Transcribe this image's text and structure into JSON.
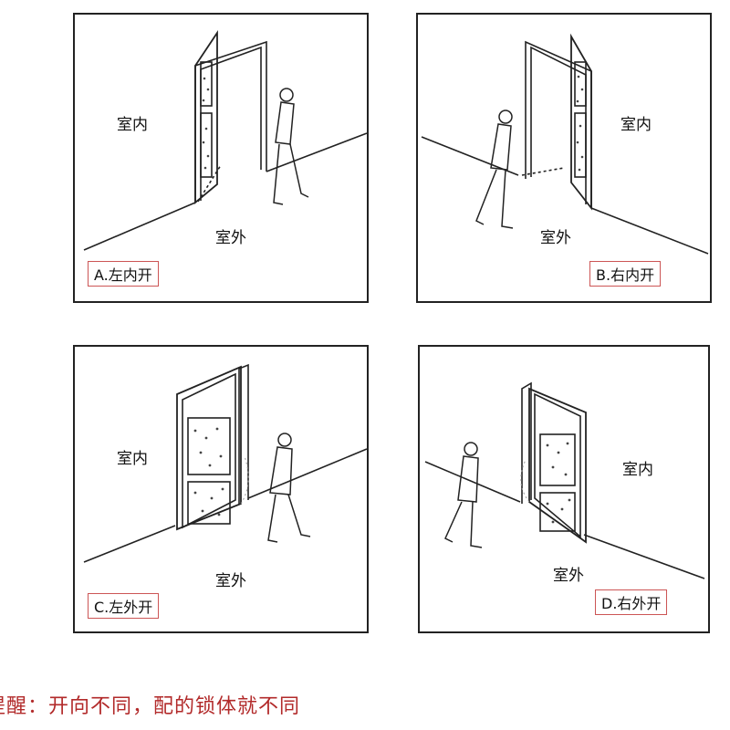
{
  "panels": [
    {
      "id": "A",
      "indoor": "室内",
      "outdoor": "室外",
      "caption": "A.左内开"
    },
    {
      "id": "B",
      "indoor": "室内",
      "outdoor": "室外",
      "caption": "B.右内开"
    },
    {
      "id": "C",
      "indoor": "室内",
      "outdoor": "室外",
      "caption": "C.左外开"
    },
    {
      "id": "D",
      "indoor": "室内",
      "outdoor": "室外",
      "caption": "D.右外开"
    }
  ],
  "note": "提醒：开向不同，配的锁体就不同",
  "colors": {
    "note": "#b22a2a",
    "border": "#222222",
    "tag_border": "#cc5555"
  }
}
